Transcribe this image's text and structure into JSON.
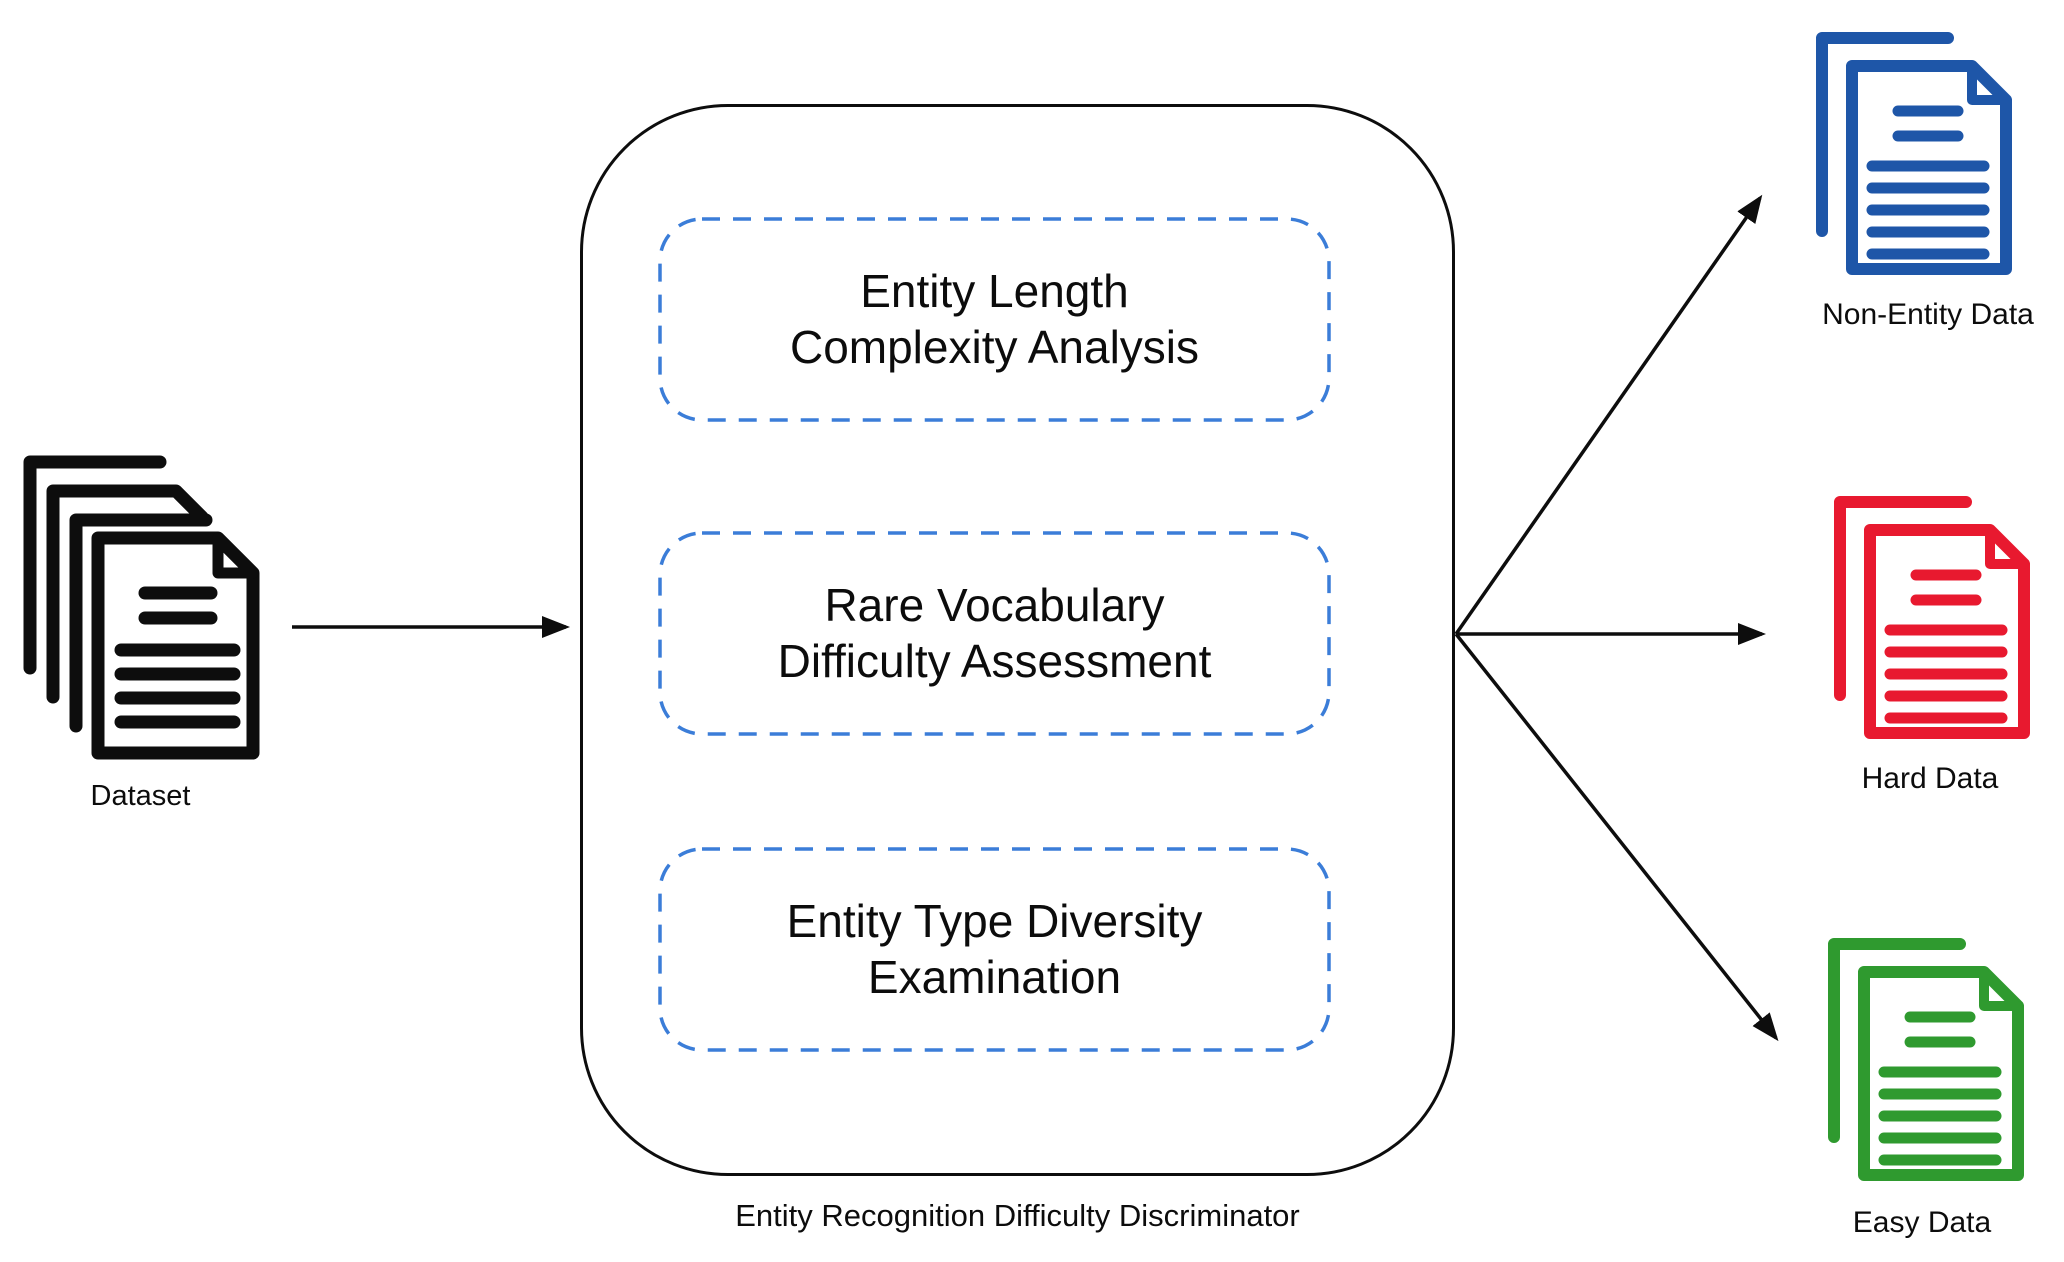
{
  "diagram": {
    "input": {
      "label": "Dataset",
      "icon": "document-stack-icon",
      "color": "#0d0d0d"
    },
    "discriminator": {
      "label": "Entity Recognition Difficulty Discriminator",
      "module_border_color": "#3b7dd8",
      "modules": [
        {
          "lines": [
            "Entity Length",
            "Complexity Analysis"
          ]
        },
        {
          "lines": [
            "Rare Vocabulary",
            "Difficulty Assessment"
          ]
        },
        {
          "lines": [
            "Entity Type Diversity",
            "Examination"
          ]
        }
      ]
    },
    "outputs": [
      {
        "label": "Non-Entity Data",
        "icon": "document-pair-icon",
        "color": "#1e56a8"
      },
      {
        "label": "Hard Data",
        "icon": "document-pair-icon",
        "color": "#e8192f"
      },
      {
        "label": "Easy Data",
        "icon": "document-pair-icon",
        "color": "#2f9a2f"
      }
    ],
    "ink_color": "#0d0d0d"
  }
}
